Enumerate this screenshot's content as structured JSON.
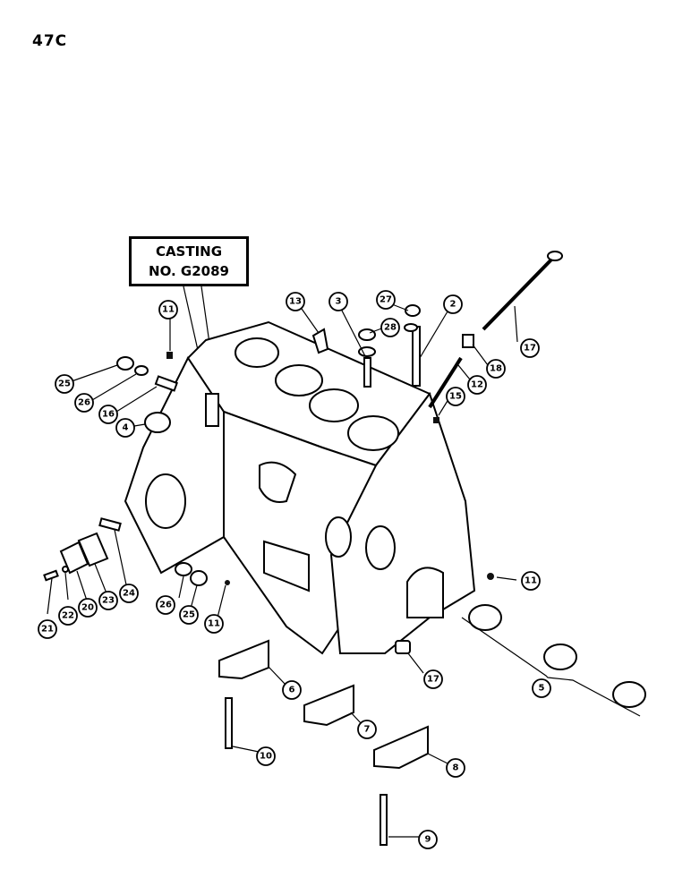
{
  "page_number": "47C",
  "casting_label": {
    "line1": "CASTING",
    "line2": "NO. G2089"
  },
  "callouts": [
    {
      "id": "c11a",
      "label": "11"
    },
    {
      "id": "c13",
      "label": "13"
    },
    {
      "id": "c3",
      "label": "3"
    },
    {
      "id": "c27",
      "label": "27"
    },
    {
      "id": "c28",
      "label": "28"
    },
    {
      "id": "c2",
      "label": "2"
    },
    {
      "id": "c17a",
      "label": "17"
    },
    {
      "id": "c18",
      "label": "18"
    },
    {
      "id": "c12",
      "label": "12"
    },
    {
      "id": "c15",
      "label": "15"
    },
    {
      "id": "c25a",
      "label": "25"
    },
    {
      "id": "c26a",
      "label": "26"
    },
    {
      "id": "c16",
      "label": "16"
    },
    {
      "id": "c4",
      "label": "4"
    },
    {
      "id": "c11b",
      "label": "11"
    },
    {
      "id": "c21",
      "label": "21"
    },
    {
      "id": "c22",
      "label": "22"
    },
    {
      "id": "c20",
      "label": "20"
    },
    {
      "id": "c23",
      "label": "23"
    },
    {
      "id": "c24",
      "label": "24"
    },
    {
      "id": "c26b",
      "label": "26"
    },
    {
      "id": "c25b",
      "label": "25"
    },
    {
      "id": "c11c",
      "label": "11"
    },
    {
      "id": "c17b",
      "label": "17"
    },
    {
      "id": "c5",
      "label": "5"
    },
    {
      "id": "c6",
      "label": "6"
    },
    {
      "id": "c7",
      "label": "7"
    },
    {
      "id": "c10",
      "label": "10"
    },
    {
      "id": "c8",
      "label": "8"
    },
    {
      "id": "c9",
      "label": "9"
    }
  ]
}
